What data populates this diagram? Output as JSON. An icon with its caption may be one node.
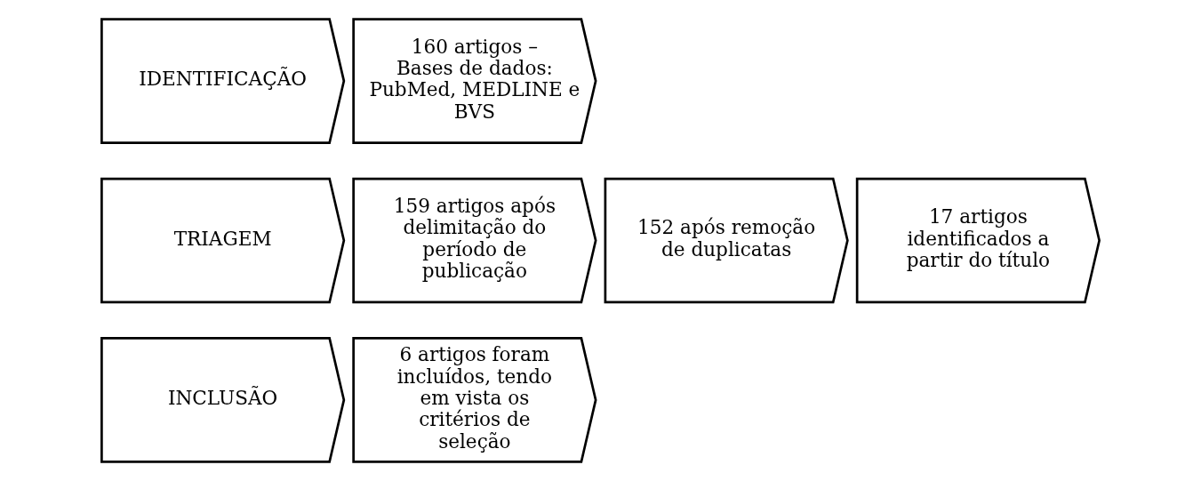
{
  "diagram": {
    "nodes": [
      {
        "text": [
          "IDENTIFICAÇÃO"
        ]
      },
      {
        "text": [
          "160 artigos – Bases de dados: PubMed, MEDLINE e BVS"
        ]
      },
      {
        "text": [
          "TRIAGEM"
        ]
      },
      {
        "text": [
          "159 artigos após delimitação do período de publicação"
        ]
      },
      {
        "text": [
          "152 após remoção de duplicatas"
        ]
      },
      {
        "text": [
          "17 artigos identificados a partir do título"
        ]
      },
      {
        "text": [
          "INCLUSÃO"
        ]
      },
      {
        "text": [
          "6 artigos foram incluídos, tendo em vista os critérios de seleção"
        ]
      }
    ]
  }
}
